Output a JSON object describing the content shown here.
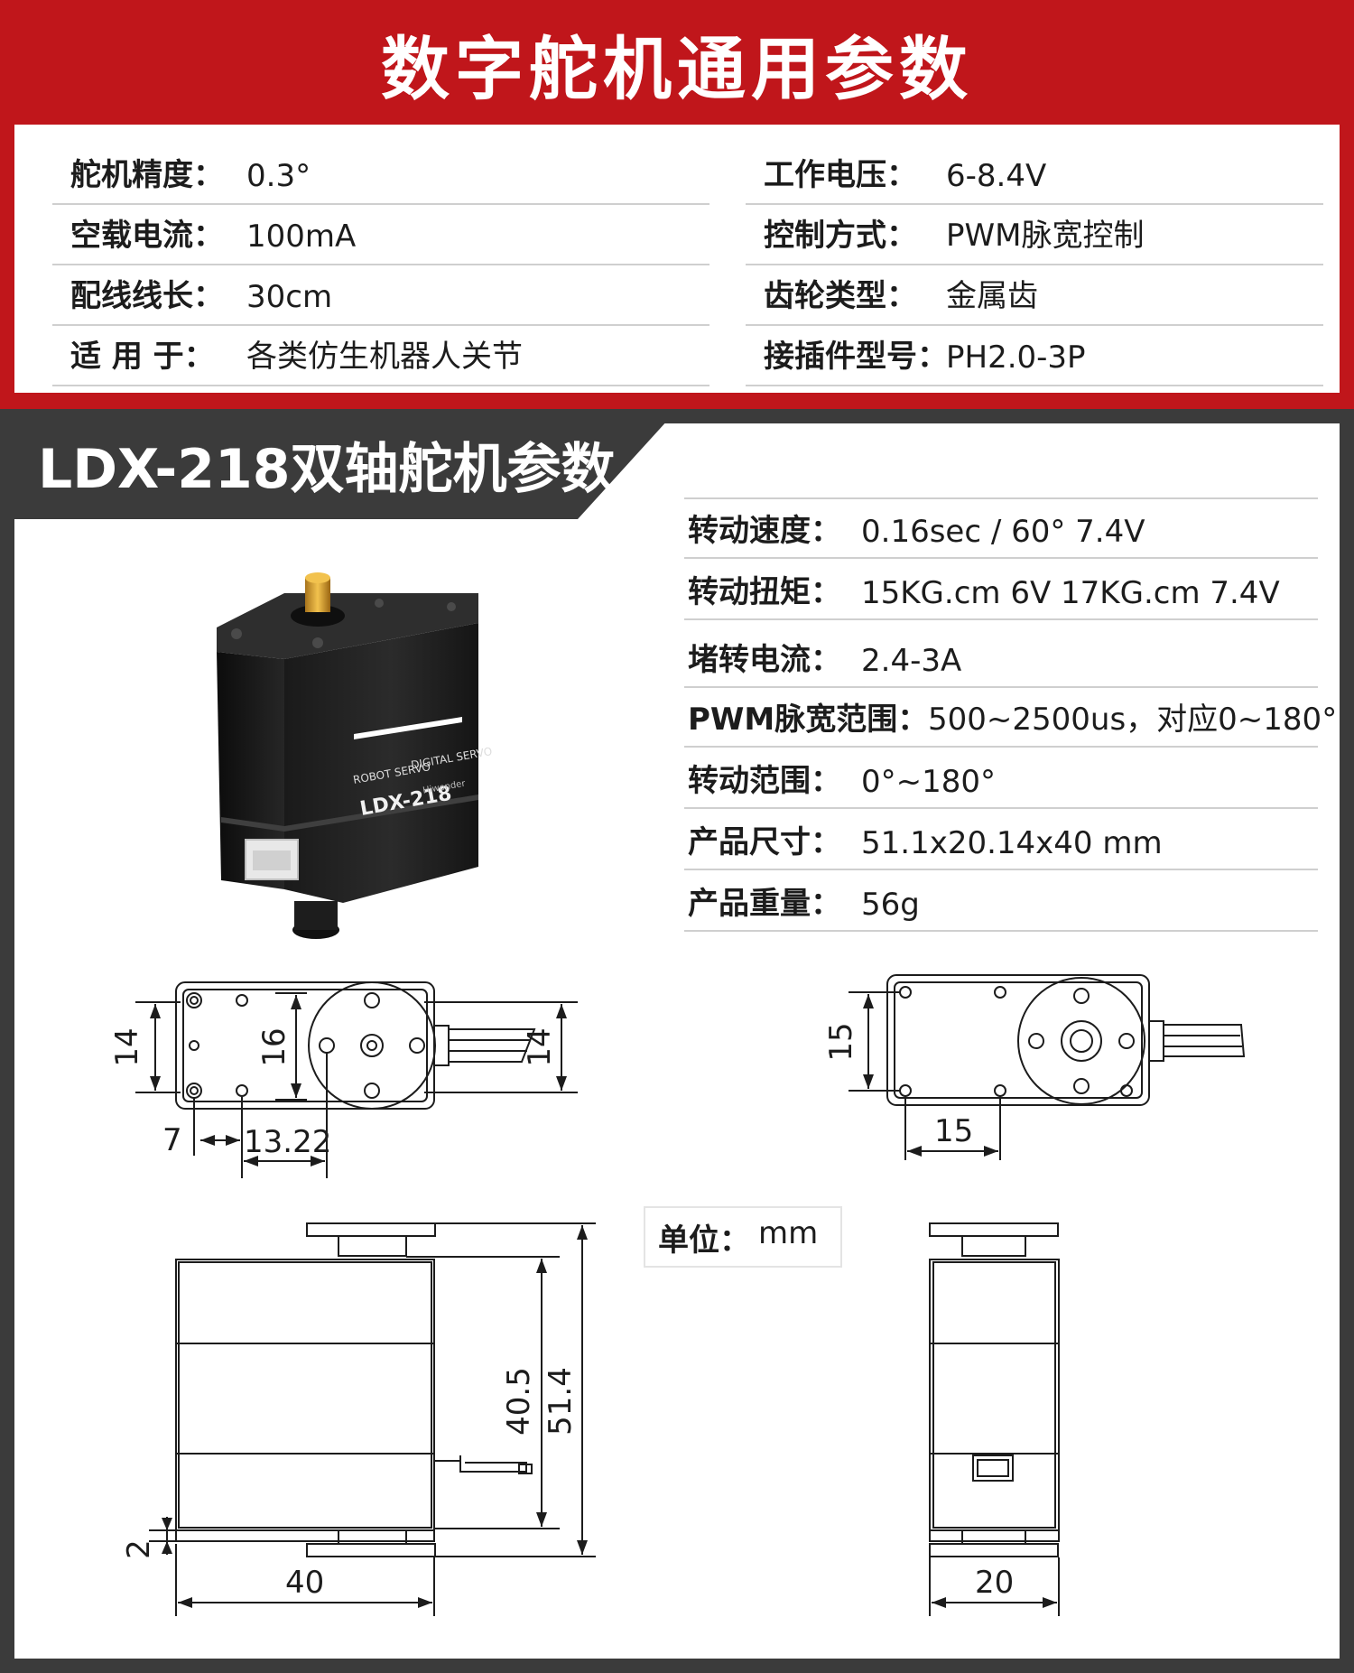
{
  "header": {
    "title": "数字舵机通用参数",
    "colors": {
      "accent": "#c0161b",
      "frame_dark": "#3b3b3b"
    }
  },
  "general_specs": {
    "left": [
      {
        "label": "舵机精度：",
        "value": "0.3°"
      },
      {
        "label": "空载电流：",
        "value": "100mA"
      },
      {
        "label": "配线线长：",
        "value": "30cm"
      },
      {
        "label": "适 用 于：",
        "value": "各类仿生机器人关节"
      }
    ],
    "right": [
      {
        "label": "工作电压：",
        "value": "6-8.4V"
      },
      {
        "label": "控制方式：",
        "value": "PWM脉宽控制"
      },
      {
        "label": "齿轮类型：",
        "value": "金属齿"
      },
      {
        "label": "接插件型号：",
        "value": "PH2.0-3P"
      }
    ]
  },
  "model": {
    "title": "LDX-218双轴舵机参数",
    "specs": [
      {
        "label": "转动速度：",
        "value": "0.16sec / 60° 7.4V"
      },
      {
        "label": "转动扭矩：",
        "value": "15KG.cm 6V  17KG.cm 7.4V"
      },
      {
        "label": "堵转电流：",
        "value": "2.4-3A"
      },
      {
        "label": "PWM脉宽范围：",
        "value": "500~2500us，对应0~180°"
      },
      {
        "label": "转动范围：",
        "value": "0°~180°"
      },
      {
        "label": "产品尺寸：",
        "value": "51.1x20.14x40 mm"
      },
      {
        "label": "产品重量：",
        "value": "56g"
      }
    ],
    "product_label": {
      "model": "LDX-218",
      "text_left": "ROBOT SERVO",
      "text_right": "DIGITAL SERVO",
      "brand": "Hiwonder"
    }
  },
  "drawings": {
    "unit_label": "单位：",
    "unit_value": "mm",
    "top_view_dims": {
      "left_height": "14",
      "inner_height": "16",
      "right_height": "14",
      "offset": "7",
      "spacing": "13.22"
    },
    "bottom_view_dims": {
      "height": "15",
      "spacing": "15"
    },
    "front_view_dims": {
      "body_height": "40.5",
      "total_height": "51.4",
      "base_gap": "2",
      "width": "40"
    },
    "side_view_dims": {
      "width": "20"
    }
  }
}
